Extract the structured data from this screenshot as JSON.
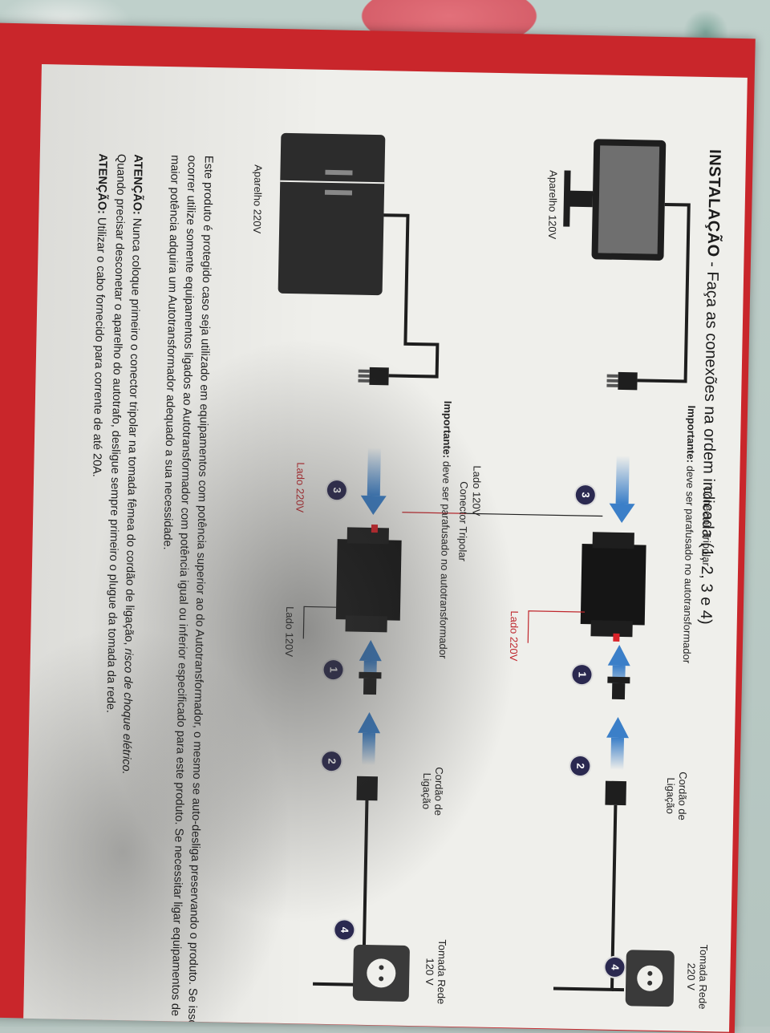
{
  "title": {
    "heading": "INSTALAÇÃO",
    "subtitle": " - Faça as conexões na ordem indicada (1, 2, 3 e 4)"
  },
  "row1": {
    "device": "Aparelho 120V",
    "connector": "Conector Tripolar",
    "important_label": "Importante:",
    "important_text": " deve ser parafusado no autotransformador",
    "side_left": "Lado 120V",
    "side_right": "Lado 220V",
    "cord": "Cordão de Ligação",
    "outlet": "Tomada Rede 220 V"
  },
  "row2": {
    "device": "Aparelho 220V",
    "connector": "Conector Tripolar",
    "important_label": "Importante:",
    "important_text": " deve ser parafusado no autotransformador",
    "side_left": "Lado 220V",
    "side_right": "Lado 120V",
    "cord": "Cordão de Ligação",
    "outlet": "Tomada Rede 120 V"
  },
  "badges": {
    "one": "1",
    "two": "2",
    "three": "3",
    "four": "4"
  },
  "text": {
    "p1": "Este produto é protegido caso seja utilizado em equipamentos com potência superior ao do Autotransformador, o mesmo se auto-desliga preservando o produto. Se isso ocorrer utilize somente equipamentos ligados ao Autotransformador com potência igual ou inferior especificado para este produto. Se necessitar ligar equipamentos de maior potência adquira um Autotransformador adequado a sua necessidade.",
    "warn1_label": "ATENÇÃO:",
    "warn1_text": " Nunca coloque primeiro o conector tripolar na tomada fêmea do cordão de ligação, ",
    "warn1_italic": "risco de choque elétrico.",
    "warn1_text2": "Quando precisar desconetar o aparelho do autotrafo, desligue sempre primeiro o plugue da tomada da rede.",
    "warn2_label": "ATENÇÃO:",
    "warn2_text": " Utilizar o cabo fornecido para corrente de até 20A."
  },
  "colors": {
    "box_red": "#c9262b",
    "label_red": "#c0272d",
    "badge_navy": "#2b2950",
    "arrow_blue": "#3b7fc8"
  }
}
